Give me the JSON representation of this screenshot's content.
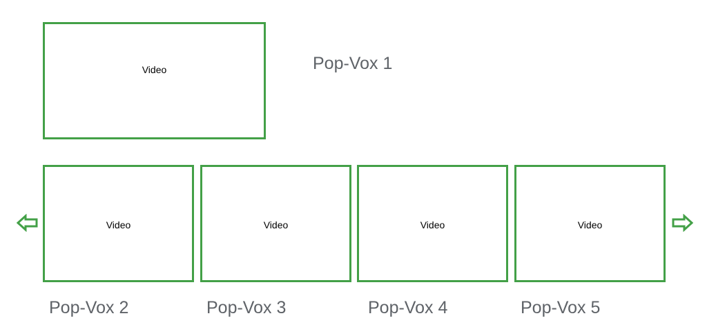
{
  "main": {
    "video_label": "Video",
    "caption": "Pop-Vox 1"
  },
  "thumbnails": [
    {
      "video_label": "Video",
      "caption": "Pop-Vox 2"
    },
    {
      "video_label": "Video",
      "caption": "Pop-Vox 3"
    },
    {
      "video_label": "Video",
      "caption": "Pop-Vox 4"
    },
    {
      "video_label": "Video",
      "caption": "Pop-Vox 5"
    }
  ],
  "navigation": {
    "prev_icon": "arrow-left-icon",
    "next_icon": "arrow-right-icon"
  },
  "colors": {
    "accent": "#43a047",
    "caption_text": "#5f6368"
  }
}
